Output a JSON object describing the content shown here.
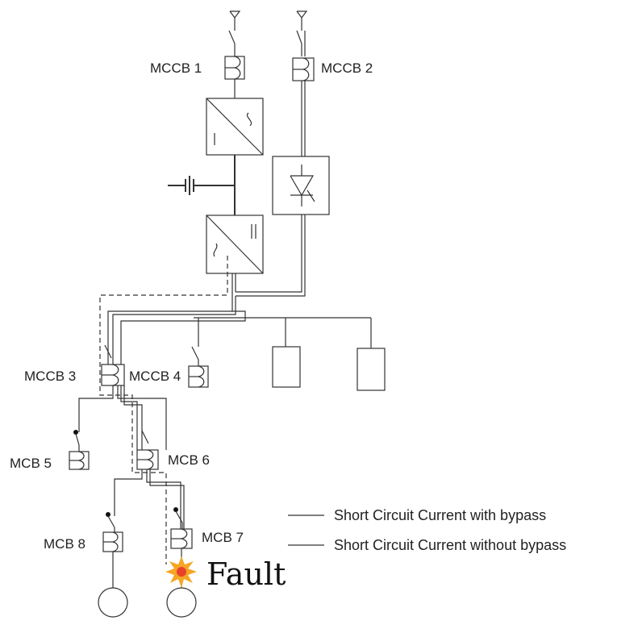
{
  "breakers": {
    "mccb1": "MCCB 1",
    "mccb2": "MCCB 2",
    "mccb3": "MCCB 3",
    "mccb4": "MCCB 4",
    "mcb5": "MCB 5",
    "mcb6": "MCB 6",
    "mcb7": "MCB 7",
    "mcb8": "MCB 8"
  },
  "legend": {
    "with_bypass": "Short Circuit Current with bypass",
    "without_bypass": "Short Circuit Current without bypass"
  },
  "fault": {
    "label": "Fault",
    "icon": "explosion-icon",
    "colors": {
      "outer": "#f5a623",
      "inner": "#e8412c"
    }
  },
  "colors": {
    "line": "#333333",
    "background": "#ffffff"
  }
}
